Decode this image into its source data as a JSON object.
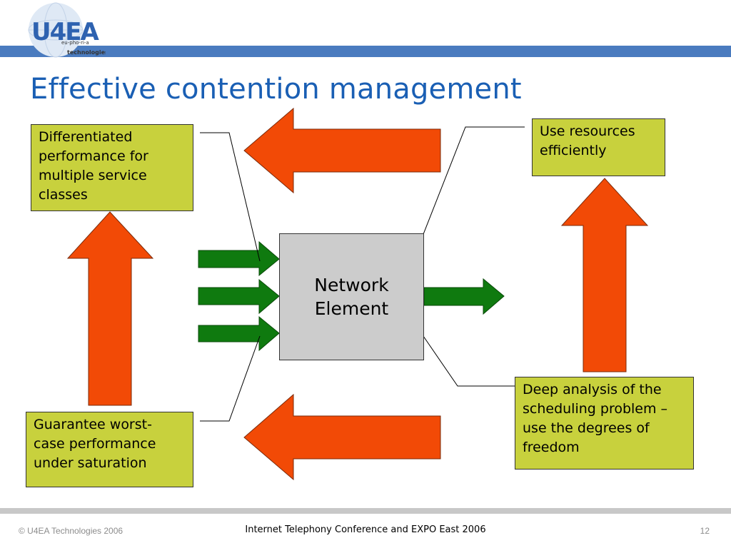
{
  "colors": {
    "header_bar": "#4a7bbf",
    "title": "#1a5fb4",
    "box_fill": "#c8d13d",
    "network_fill": "#cccccc",
    "orange_arrow": "#f24a06",
    "green_arrow": "#0f7a0f"
  },
  "logo": {
    "mark": "U4EA",
    "tagline": "eu-pho-ri-a",
    "subtitle": "technologies"
  },
  "title": "Effective contention management",
  "boxes": {
    "left_top": [
      "Differentiated",
      "performance for",
      "multiple service",
      "classes"
    ],
    "left_bottom": [
      "Guarantee worst-",
      "case performance",
      "under saturation"
    ],
    "right_top": [
      "Use resources",
      "efficiently"
    ],
    "right_bottom": [
      "Deep analysis of the",
      "scheduling problem –",
      "use the degrees of",
      "freedom"
    ]
  },
  "network_element": [
    "Network",
    "Element"
  ],
  "footer": {
    "copyright": "© U4EA Technologies 2006",
    "conference": "Internet Telephony Conference and EXPO East 2006",
    "page_number": "12"
  }
}
